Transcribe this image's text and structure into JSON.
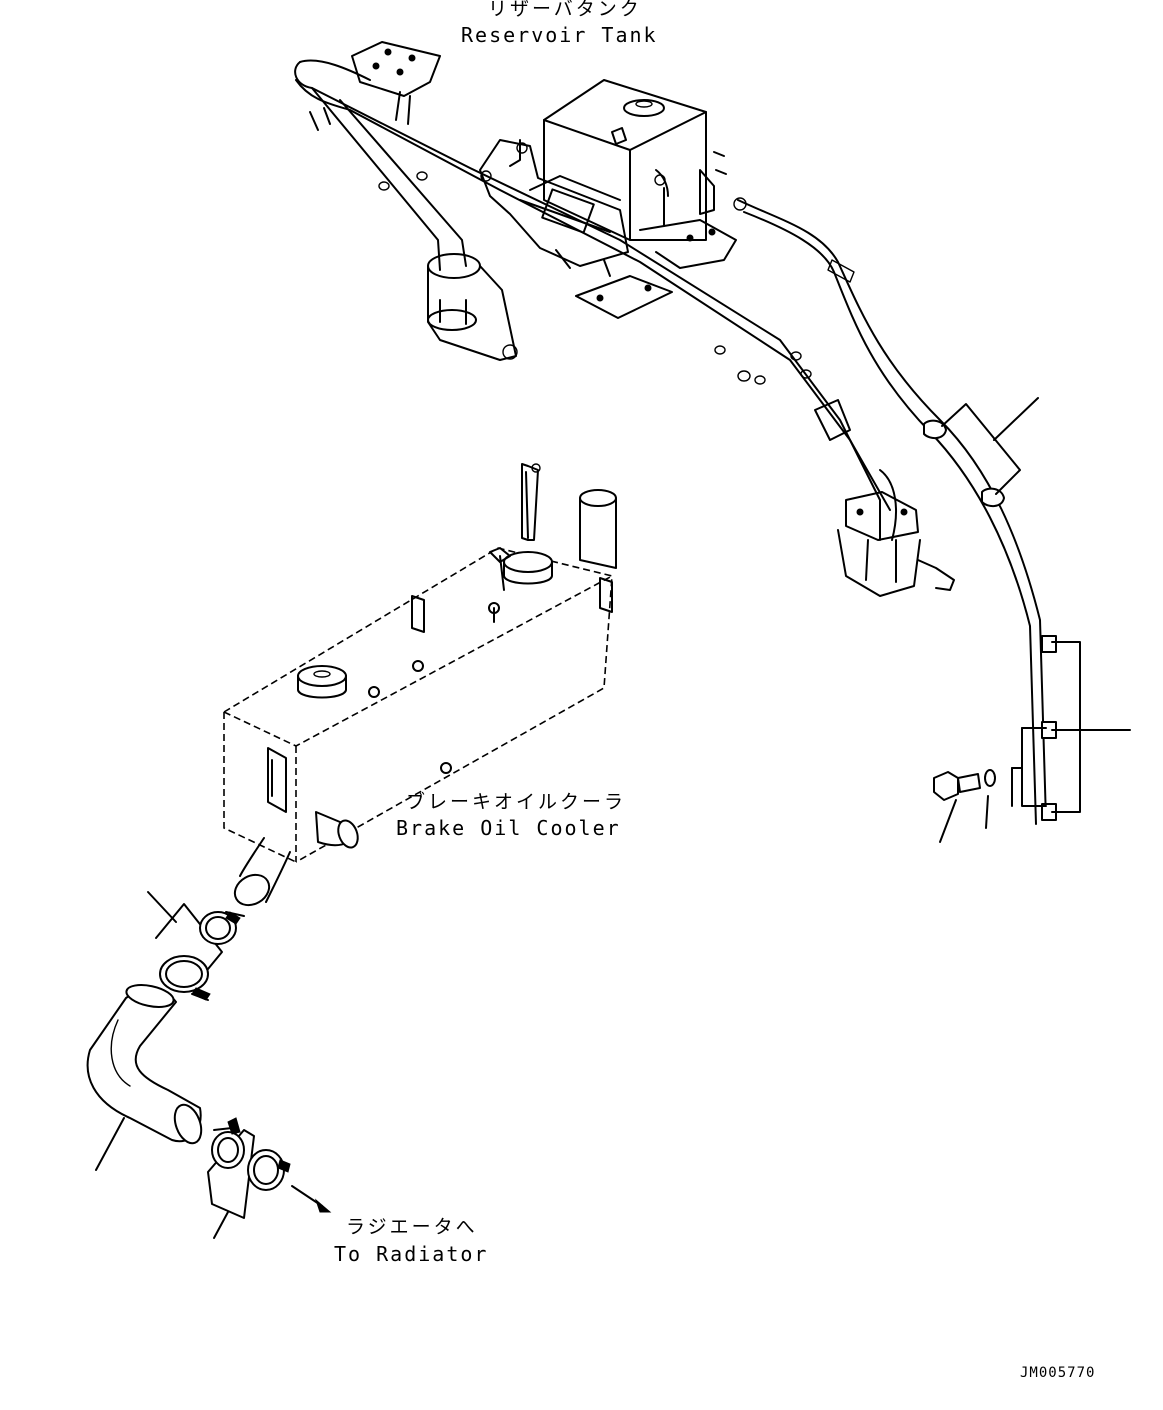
{
  "labels": {
    "reservoir_tank_jp": "リザーバタンク",
    "reservoir_tank_en": "Reservoir Tank",
    "brake_oil_cooler_jp": "ブレーキオイルクーラ",
    "brake_oil_cooler_en": "Brake Oil Cooler",
    "to_radiator_jp": "ラジエータへ",
    "to_radiator_en": "To Radiator"
  },
  "drawing_code": "JM005770"
}
